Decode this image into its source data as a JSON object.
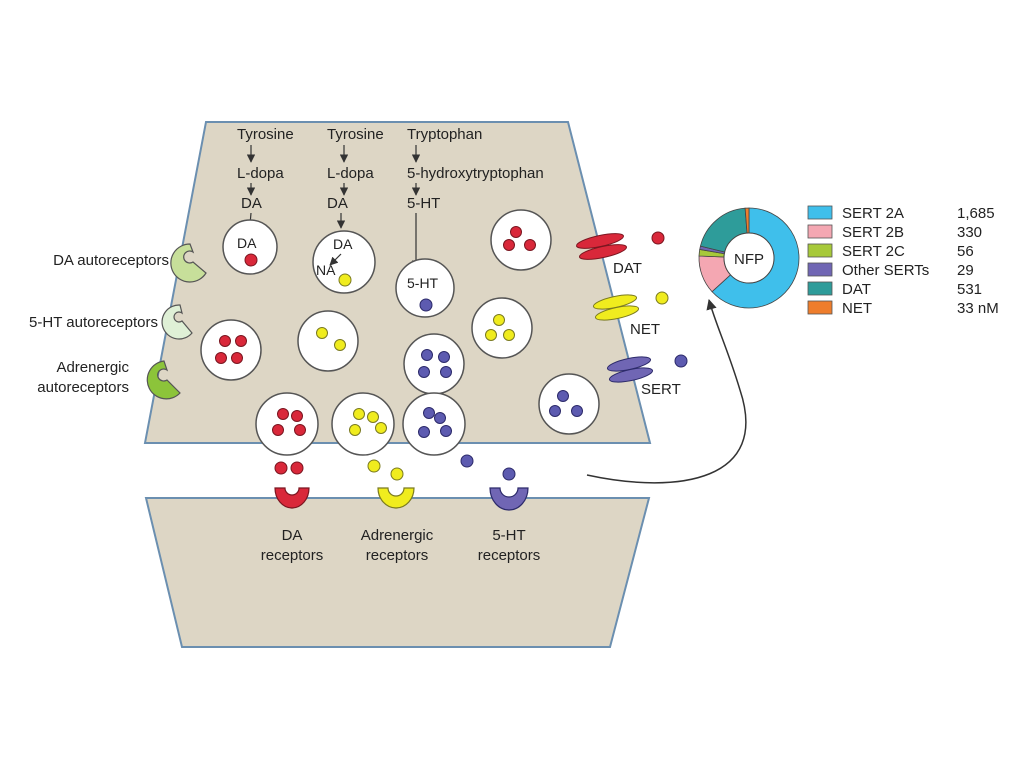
{
  "pathways": {
    "col1": {
      "step1": "Tyrosine",
      "step2": "L-dopa",
      "step3": "DA"
    },
    "col2": {
      "step1": "Tyrosine",
      "step2": "L-dopa",
      "step3": "DA"
    },
    "col3": {
      "step1": "Tryptophan",
      "step2": "5-hydroxytryptophan",
      "step3": "5-HT"
    }
  },
  "vesicle_labels": {
    "da": "DA",
    "da_upper": "DA",
    "na": "NA",
    "ht": "5-HT"
  },
  "autoreceptors": {
    "da": "DA autoreceptors",
    "ht": "5-HT autoreceptors",
    "adrenergic_line1": "Adrenergic",
    "adrenergic_line2": "autoreceptors"
  },
  "transporters": {
    "dat": "DAT",
    "net": "NET",
    "sert": "SERT"
  },
  "postsynaptic": {
    "da_line1": "DA",
    "da_line2": "receptors",
    "adr_line1": "Adrenergic",
    "adr_line2": "receptors",
    "ht_line1": "5-HT",
    "ht_line2": "receptors"
  },
  "colors": {
    "terminal_fill": "#ddd6c5",
    "terminal_stroke": "#6b8fb0",
    "dopamine": "#d9283a",
    "noradrenaline": "#f0ec1e",
    "serotonin": "#5d5bb0",
    "sert_2a": "#3fbfeb",
    "sert_2b": "#f4a7b2",
    "sert_2c": "#a7c93a",
    "other_serts": "#7066b4",
    "dat": "#2e9c9a",
    "net": "#ee7d2c"
  },
  "donut": {
    "center_label": "NFP",
    "legend": [
      {
        "label": "SERT 2A",
        "value": "1,685"
      },
      {
        "label": "SERT 2B",
        "value": "330"
      },
      {
        "label": "SERT 2C",
        "value": "56"
      },
      {
        "label": "Other SERTs",
        "value": "29"
      },
      {
        "label": "DAT",
        "value": "531"
      },
      {
        "label": "NET",
        "value": "33 nM"
      }
    ],
    "shares": [
      1685,
      330,
      56,
      29,
      531,
      33
    ]
  }
}
